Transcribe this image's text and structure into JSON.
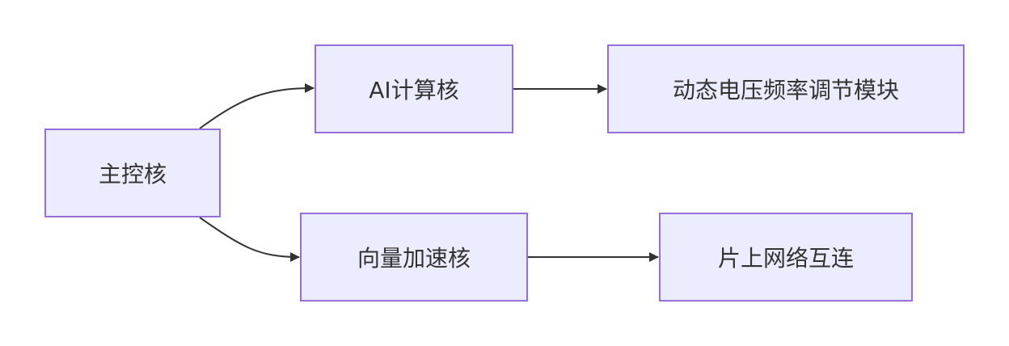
{
  "diagram": {
    "nodes": {
      "main_core": "主控核",
      "ai_core": "AI计算核",
      "dvfs": "动态电压频率调节模块",
      "vector_core": "向量加速核",
      "noc": "片上网络互连"
    },
    "edges": [
      {
        "from": "main_core",
        "to": "ai_core"
      },
      {
        "from": "main_core",
        "to": "vector_core"
      },
      {
        "from": "ai_core",
        "to": "dvfs"
      },
      {
        "from": "vector_core",
        "to": "noc"
      }
    ],
    "colors": {
      "node_fill": "#ECECFF",
      "node_border": "#9370DB",
      "edge": "#333333",
      "text": "#333333"
    }
  }
}
